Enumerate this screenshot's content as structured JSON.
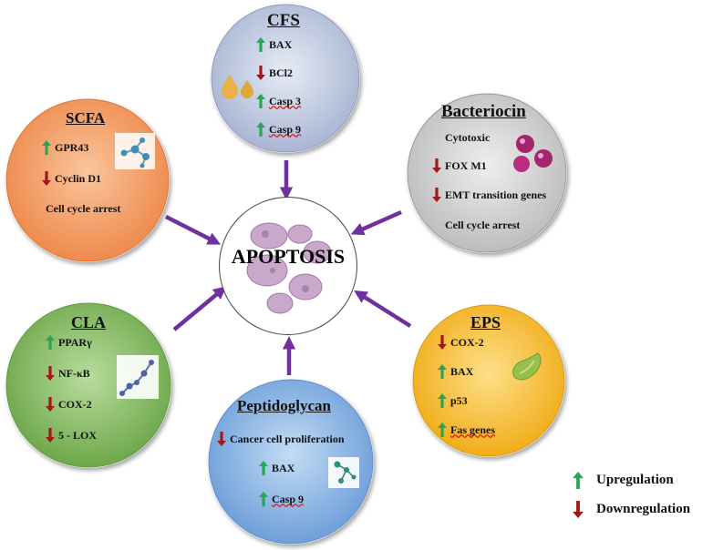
{
  "center": {
    "label": "APOPTOSIS"
  },
  "nodes": {
    "cfs": {
      "title": "CFS",
      "items": [
        "BAX",
        "BCl2",
        "Casp 3",
        "Casp 9"
      ]
    },
    "scfa": {
      "title": "SCFA",
      "items": [
        "GPR43",
        "Cyclin D1"
      ],
      "note": "Cell cycle arrest"
    },
    "bacteriocin": {
      "title": "Bacteriocin",
      "note_top": "Cytotoxic",
      "items": [
        "FOX M1",
        "EMT transition genes"
      ],
      "note_bottom": "Cell cycle arrest"
    },
    "cla": {
      "title": "CLA",
      "items": [
        "PPARγ",
        "NF-κB",
        "COX-2",
        "5 - LOX"
      ]
    },
    "peptidoglycan": {
      "title": "Peptidoglycan",
      "items": [
        "Cancer cell proliferation",
        "BAX",
        "Casp 9"
      ]
    },
    "eps": {
      "title": "EPS",
      "items": [
        "COX-2",
        "BAX",
        "p53",
        "Fas genes"
      ]
    }
  },
  "legend": {
    "up": "Upregulation",
    "down": "Downregulation"
  },
  "colors": {
    "up": "#2aa557",
    "down": "#a01818",
    "arrow": "#7030a0",
    "cfs": "#b8c3dc",
    "scfa": "#f4a06a",
    "bacteriocin": "#d0d0d0",
    "cla": "#8cc16a",
    "peptidoglycan": "#8fb6e4",
    "eps": "#f7c23a"
  }
}
